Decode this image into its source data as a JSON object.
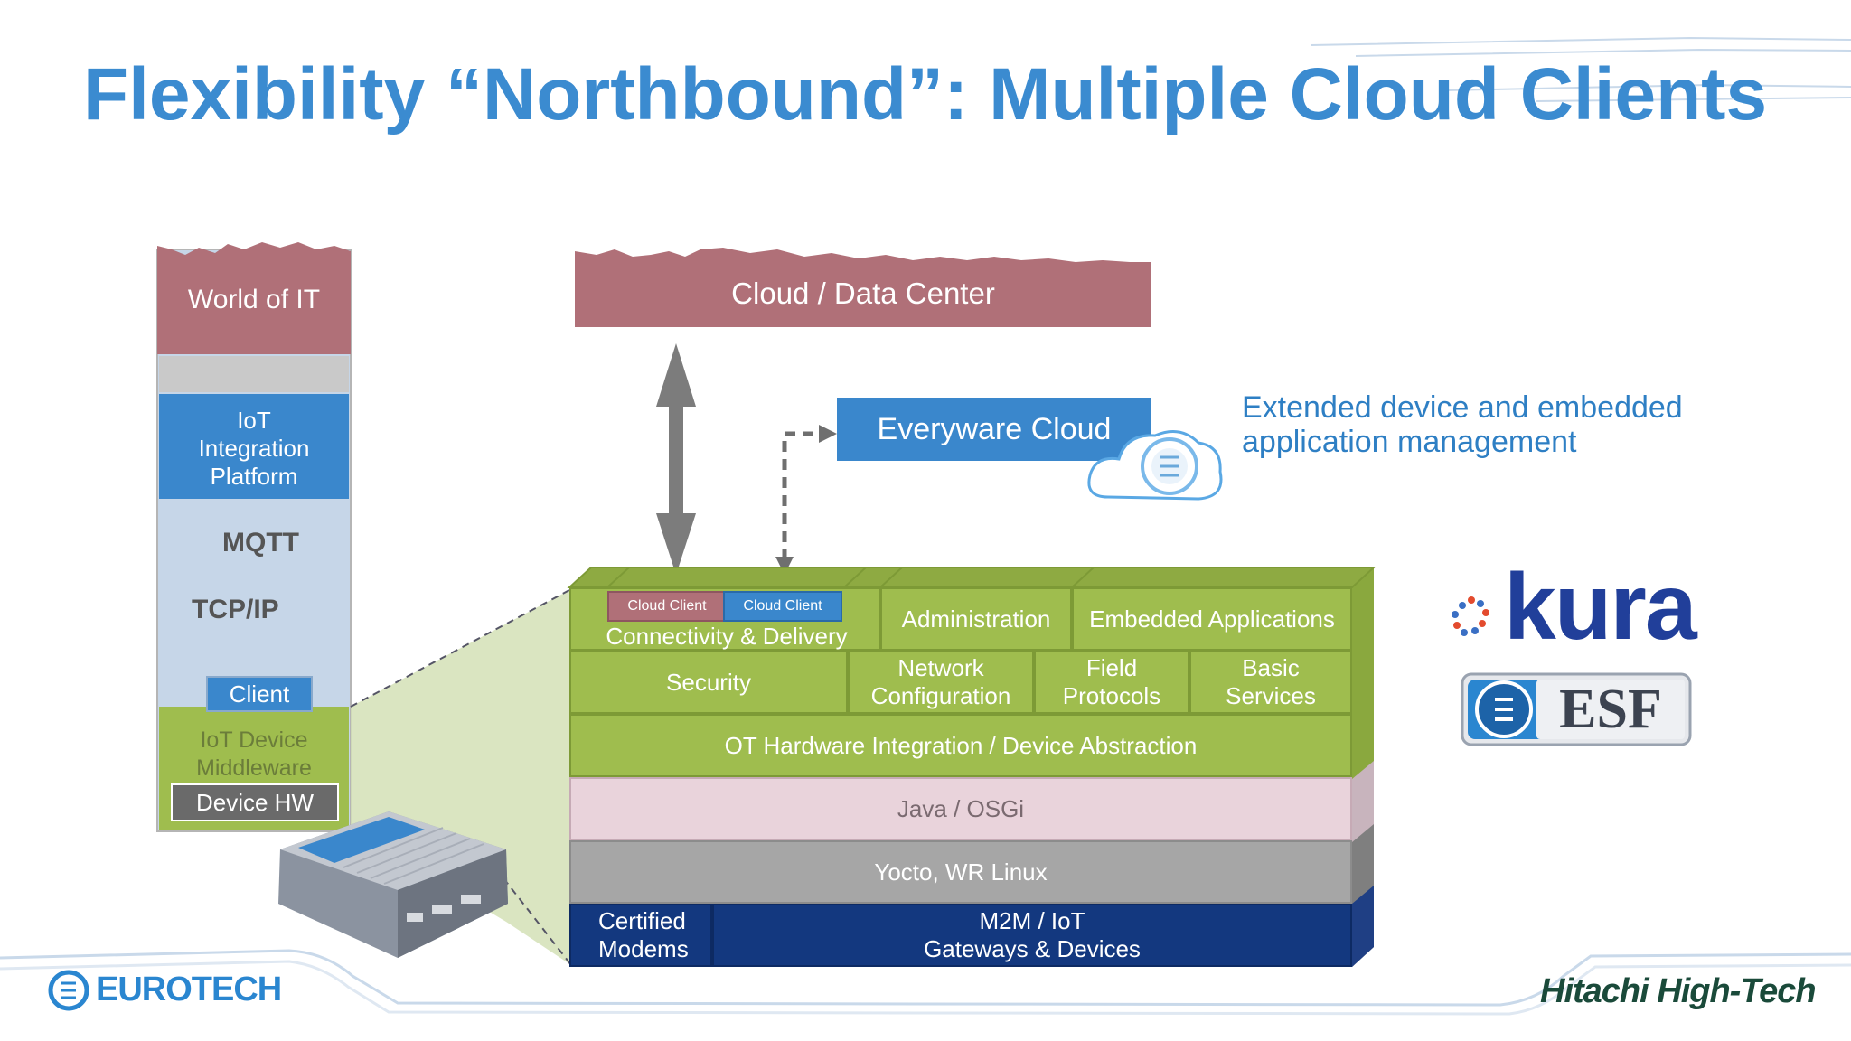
{
  "title": "Flexibility “Northbound”: Multiple Cloud Clients",
  "left_stack": {
    "world_of_it": "World of IT",
    "iot_integration_platform": "IoT\nIntegration\nPlatform",
    "mqtt": "MQTT",
    "tcp_ip": "TCP/IP",
    "client": "Client",
    "iot_device_middleware": "IoT Device\nMiddleware",
    "device_hw": "Device HW"
  },
  "cloud_data_center": "Cloud / Data Center",
  "everyware_cloud": "Everyware Cloud",
  "extended_note": "Extended device and embedded\napplication management",
  "esf_stack": {
    "cloud_client_1": "Cloud  Client",
    "cloud_client_2": "Cloud  Client",
    "connectivity_delivery": "Connectivity & Delivery",
    "administration": "Administration",
    "embedded_applications": "Embedded Applications",
    "security": "Security",
    "network_configuration": "Network\nConfiguration",
    "field_protocols": "Field\nProtocols",
    "basic_services": "Basic\nServices",
    "ot_hardware": "OT Hardware  Integration / Device Abstraction",
    "java_osgi": "Java / OSGi",
    "yocto": "Yocto, WR Linux",
    "certified_modems": "Certified\nModems",
    "m2m_iot": "M2M  / IoT\nGateways & Devices"
  },
  "logos": {
    "kura": "kura",
    "esf": "ESF",
    "eurotech": "EUROTECH",
    "hitachi": "Hitachi High-Tech"
  },
  "colors": {
    "title_blue": "#3b8bd0",
    "it_red": "#b07078",
    "iot_blue": "#3a87cc",
    "green": "#9fbd4e",
    "pink": "#e9d3db",
    "gray": "#a6a6a6",
    "navy": "#13387f"
  }
}
